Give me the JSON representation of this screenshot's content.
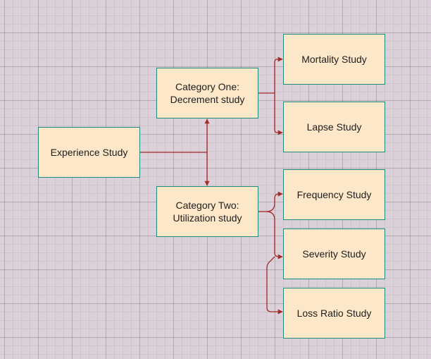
{
  "colors": {
    "node_fill": "#fce7c8",
    "node_border": "#1f8a7a",
    "edge": "#a52a2a"
  },
  "nodes": {
    "experience": "Experience Study",
    "category_one": "Category One:\nDecrement study",
    "category_two": "Category Two:\nUtilization study",
    "mortality": "Mortality Study",
    "lapse": "Lapse Study",
    "frequency": "Frequency Study",
    "severity": "Severity Study",
    "loss_ratio": "Loss Ratio Study"
  }
}
